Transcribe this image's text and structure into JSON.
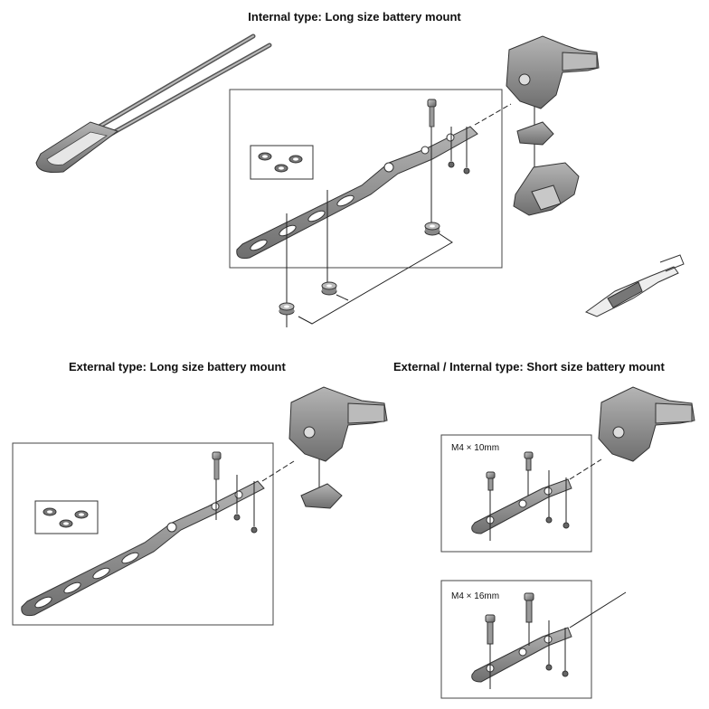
{
  "titles": {
    "internal_long": "Internal type: Long size battery mount",
    "external_long": "External type: Long size battery mount",
    "short": "External / Internal type: Short size battery mount"
  },
  "labels": {
    "m4_10": "M4 × 10mm",
    "m4_16": "M4 × 16mm"
  },
  "colors": {
    "part_fill": "#8a8a8a",
    "part_dark": "#555555",
    "part_light": "#c9c9c9",
    "line": "#222222"
  }
}
